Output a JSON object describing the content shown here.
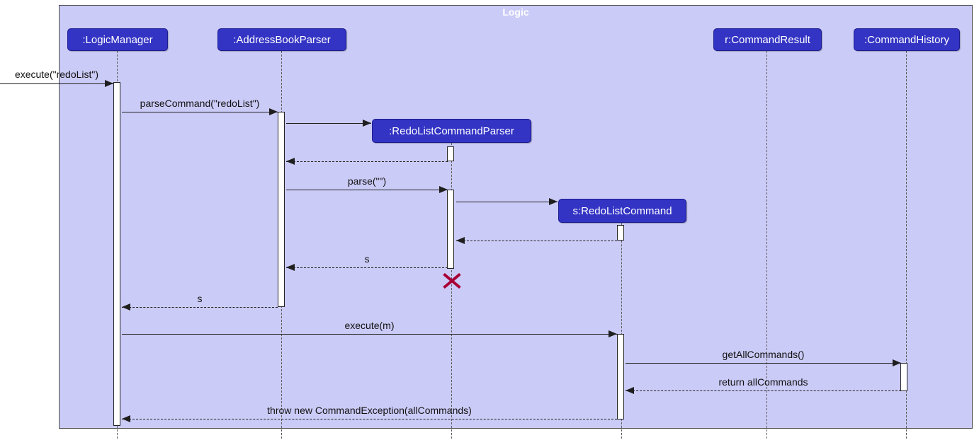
{
  "frame": {
    "title": "Logic"
  },
  "participants": [
    {
      "id": "logic-manager",
      "label": ":LogicManager"
    },
    {
      "id": "address-book-parser",
      "label": ":AddressBookParser"
    },
    {
      "id": "redo-list-command-parser",
      "label": ":RedoListCommandParser"
    },
    {
      "id": "redo-list-command",
      "label": "s:RedoListCommand"
    },
    {
      "id": "command-result",
      "label": "r:CommandResult"
    },
    {
      "id": "command-history",
      "label": ":CommandHistory"
    }
  ],
  "messages": [
    {
      "label": "execute(\"redoList\")",
      "type": "sync",
      "from": "external",
      "to": ":LogicManager"
    },
    {
      "label": "parseCommand(\"redoList\")",
      "type": "sync",
      "from": ":LogicManager",
      "to": ":AddressBookParser"
    },
    {
      "label": "",
      "type": "create",
      "from": ":AddressBookParser",
      "to": ":RedoListCommandParser"
    },
    {
      "label": "",
      "type": "return",
      "from": ":RedoListCommandParser",
      "to": ":AddressBookParser"
    },
    {
      "label": "parse(\"\")",
      "type": "sync",
      "from": ":AddressBookParser",
      "to": ":RedoListCommandParser"
    },
    {
      "label": "",
      "type": "create",
      "from": ":RedoListCommandParser",
      "to": "s:RedoListCommand"
    },
    {
      "label": "",
      "type": "return",
      "from": "s:RedoListCommand",
      "to": ":RedoListCommandParser"
    },
    {
      "label": "s",
      "type": "return",
      "from": ":RedoListCommandParser",
      "to": ":AddressBookParser"
    },
    {
      "label": "s",
      "type": "return",
      "from": ":AddressBookParser",
      "to": ":LogicManager"
    },
    {
      "label": "execute(m)",
      "type": "sync",
      "from": ":LogicManager",
      "to": "s:RedoListCommand"
    },
    {
      "label": "getAllCommands()",
      "type": "sync",
      "from": "s:RedoListCommand",
      "to": ":CommandHistory"
    },
    {
      "label": "return allCommands",
      "type": "return",
      "from": ":CommandHistory",
      "to": "s:RedoListCommand"
    },
    {
      "label": "throw new CommandException(allCommands)",
      "type": "return",
      "from": "s:RedoListCommand",
      "to": ":LogicManager"
    }
  ],
  "colors": {
    "frame-bg": "#cbcbf7",
    "frame-border": "#4a4a4a",
    "participant-bg": "#3333c4",
    "participant-border": "#1c1c8f",
    "participant-text": "#ffffff",
    "line": "#1f1f1f",
    "activation-bg": "#ffffff",
    "destroy": "#a80036"
  }
}
